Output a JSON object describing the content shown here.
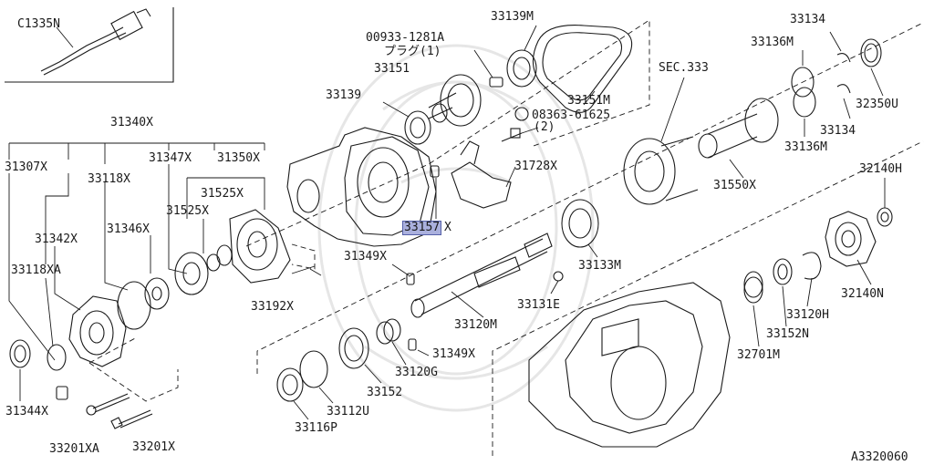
{
  "diagram": {
    "id_code": "A3320060",
    "labels": {
      "c1335n": "C1335N",
      "p00933": "00933-1281A",
      "p00933_sub": "プラグ(1)",
      "p33139m": "33139M",
      "p33151": "33151",
      "p33139": "33139",
      "p33151m": "33151M",
      "p08363": "08363-61625",
      "p08363_sub": "(2)",
      "sec333": "SEC.333",
      "p33134a": "33134",
      "p33136ma": "33136M",
      "p32350u": "32350U",
      "p33134b": "33134",
      "p33136mb": "33136M",
      "p31340x": "31340X",
      "p31307x": "31307X",
      "p33118x": "33118X",
      "p31347x": "31347X",
      "p31350x": "31350X",
      "p31525xa": "31525X",
      "p31525xb": "31525X",
      "p31728x": "31728X",
      "p31550x": "31550X",
      "p32140h": "32140H",
      "p33157": "33157",
      "p33157_suffix": "X",
      "p31342x": "31342X",
      "p31346x": "31346X",
      "p31349xa": "31349X",
      "p33133m": "33133M",
      "p33118xa": "33118XA",
      "p33192x": "33192X",
      "p33131e": "33131E",
      "p32140n": "32140N",
      "p33120m": "33120M",
      "p33120h": "33120H",
      "p31349xb": "31349X",
      "p33152n": "33152N",
      "p32701m": "32701M",
      "p33120g": "33120G",
      "p33152": "33152",
      "p31344x": "31344X",
      "p33112u": "33112U",
      "p33116p": "33116P",
      "p33201xa": "33201XA",
      "p33201x": "33201X"
    }
  }
}
